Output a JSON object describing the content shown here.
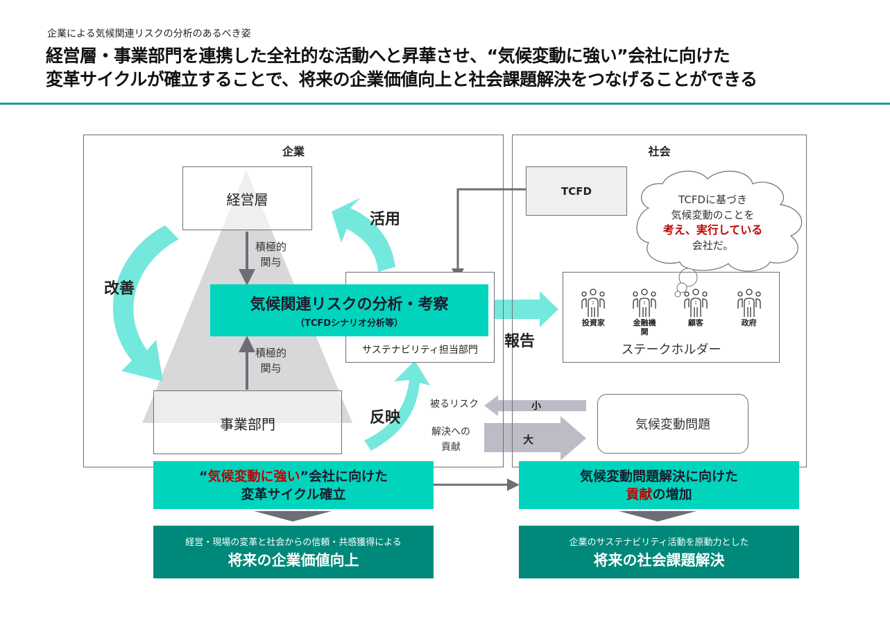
{
  "header": {
    "subtitle": "企業による気候関連リスクの分析のあるべき姿",
    "title_line1": "経営層・事業部門を連携した全社的な活動へと昇華させ、“気候変動に強い”会社に向けた",
    "title_line2": "変革サイクルが確立することで、将来の企業価値向上と社会課題解決をつなげることができる"
  },
  "company_panel": {
    "label": "企業",
    "management": "経営層",
    "business_unit": "事業部門",
    "engagement_top": [
      "積極的",
      "関与"
    ],
    "engagement_bottom": [
      "積極的",
      "関与"
    ],
    "analysis_title": "気候関連リスクの分析・考察",
    "analysis_sub": "（TCFDシナリオ分析等）",
    "sustainability_dept": "サステナビリティ担当部門",
    "cycle_labels": {
      "improve": "改善",
      "utilize": "活用",
      "reflect": "反映"
    }
  },
  "society_panel": {
    "label": "社会",
    "tcfd": "TCFD",
    "report_label": "報告",
    "cloud": {
      "line1": "TCFDに基づき",
      "line2": "気候変動のことを",
      "line3_emphasis": "考え、実行している",
      "line4": "会社だ。"
    },
    "stakeholders": {
      "title": "ステークホルダー",
      "groups": [
        {
          "label": "投資家",
          "icon": "people-group-icon"
        },
        {
          "label": "金融機関",
          "icon": "people-group-icon"
        },
        {
          "label": "顧客",
          "icon": "people-group-icon"
        },
        {
          "label": "政府",
          "icon": "people-group-icon"
        }
      ]
    },
    "climate_issue": "気候変動問題"
  },
  "flows": {
    "risk_label": "被るリスク",
    "risk_size": "小",
    "contribution_label_1": "解決への",
    "contribution_label_2": "貢献",
    "contribution_size": "大"
  },
  "outcomes": {
    "left_top": {
      "quote_open": "“",
      "emphasis": "気候変動に強い",
      "quote_close": "”",
      "rest_line1": "会社に向けた",
      "line2": "変革サイクル確立"
    },
    "left_bottom": {
      "sub": "経営・現場の変革と社会からの信頼・共感獲得による",
      "main": "将来の企業価値向上"
    },
    "right_top": {
      "line1": "気候変動問題解決に向けた",
      "emphasis": "貢献",
      "rest_line2": "の増加"
    },
    "right_bottom": {
      "sub": "企業のサステナビリティ活動を原動力とした",
      "main": "将来の社会課題解決"
    }
  },
  "colors": {
    "accent_teal": "#00d4bd",
    "dark_teal": "#00897a",
    "arrow_mint": "#74e8dc",
    "emphasis_red": "#c00000",
    "rule_green": "#13a08a",
    "connector_grey": "#6d6d75"
  }
}
